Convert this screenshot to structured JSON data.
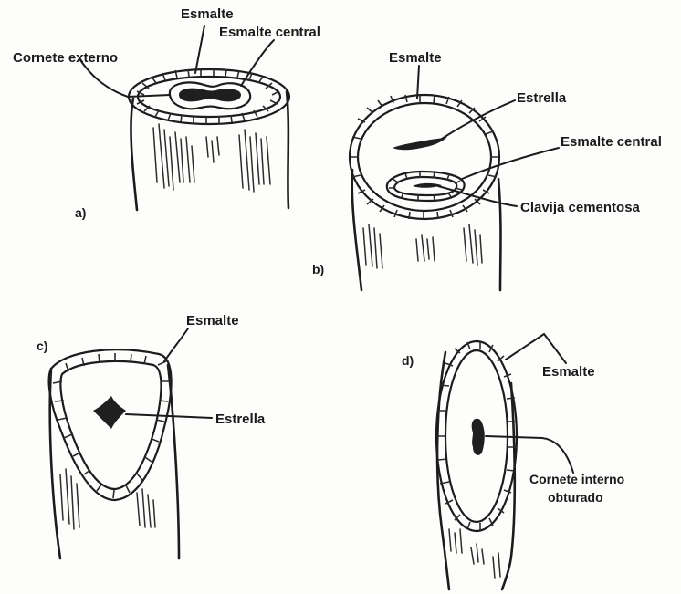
{
  "panels": {
    "a": {
      "letter": "a)",
      "labels": {
        "esmalte": "Esmalte",
        "esmalte_central": "Esmalte central",
        "cornete_externo": "Cornete externo"
      }
    },
    "b": {
      "letter": "b)",
      "labels": {
        "esmalte": "Esmalte",
        "estrella": "Estrella",
        "esmalte_central": "Esmalte central",
        "clavija": "Clavija cementosa"
      }
    },
    "c": {
      "letter": "c)",
      "labels": {
        "esmalte": "Esmalte",
        "estrella": "Estrella"
      }
    },
    "d": {
      "letter": "d)",
      "labels": {
        "esmalte": "Esmalte",
        "cornete_line1": "Cornete interno",
        "cornete_line2": "obturado"
      }
    }
  }
}
